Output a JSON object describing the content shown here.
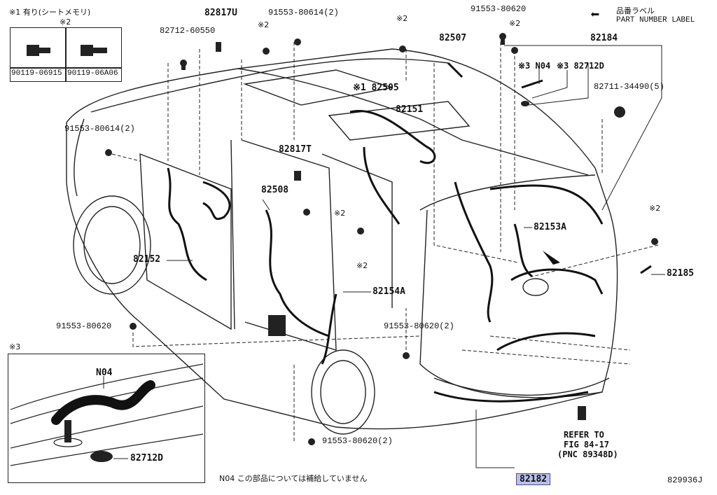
{
  "legend": {
    "note1": "※1 有り(シートメモリ)",
    "note2": "※2",
    "note3": "※3",
    "label_jp": "品番ラベル",
    "label_en": "PART NUMBER LABEL"
  },
  "boxA": {
    "left_part": "90119-06915",
    "right_part": "90119-06A06"
  },
  "boxB": {
    "n04": "N04",
    "part": "82712D"
  },
  "parts": [
    {
      "id": "82817U",
      "text": "82817U",
      "big": true
    },
    {
      "id": "82712-60550",
      "text": "82712-60550"
    },
    {
      "id": "91553-80614-2a",
      "text": "91553-80614(2)"
    },
    {
      "id": "91553-80620-top",
      "text": "91553-80620"
    },
    {
      "id": "82184",
      "text": "82184",
      "big": true
    },
    {
      "id": "82507",
      "text": "82507",
      "big": true
    },
    {
      "id": "n04-top",
      "text": "※3 N04"
    },
    {
      "id": "82712D-top",
      "text": "※3 82712D"
    },
    {
      "id": "82711-34490",
      "text": "82711-34490(5)"
    },
    {
      "id": "82505",
      "text": "※1 82505",
      "big": true
    },
    {
      "id": "82151",
      "text": "82151",
      "big": true
    },
    {
      "id": "91553-80614-2b",
      "text": "91553-80614(2)"
    },
    {
      "id": "82817T",
      "text": "82817T",
      "big": true
    },
    {
      "id": "82508",
      "text": "82508",
      "big": true
    },
    {
      "id": "82153A",
      "text": "82153A",
      "big": true
    },
    {
      "id": "82152",
      "text": "82152",
      "big": true
    },
    {
      "id": "82185",
      "text": "82185",
      "big": true
    },
    {
      "id": "82154A",
      "text": "82154A",
      "big": true
    },
    {
      "id": "91553-80620-left",
      "text": "91553-80620"
    },
    {
      "id": "91553-80620-2a",
      "text": "91553-80620(2)"
    },
    {
      "id": "91553-80620-2b",
      "text": "91553-80620(2)"
    },
    {
      "id": "refer",
      "text": "REFER TO"
    },
    {
      "id": "refer2",
      "text": "FIG 84-17"
    },
    {
      "id": "refer3",
      "text": "(PNC 89348D)"
    },
    {
      "id": "82182",
      "text": "82182",
      "big": true,
      "highlight": true
    },
    {
      "id": "s2a",
      "text": "※2"
    },
    {
      "id": "s2b",
      "text": "※2"
    },
    {
      "id": "s2c",
      "text": "※2"
    },
    {
      "id": "s2d",
      "text": "※2"
    },
    {
      "id": "s2e",
      "text": "※2"
    },
    {
      "id": "s2f",
      "text": "※2"
    },
    {
      "id": "s2g",
      "text": "※2"
    }
  ],
  "footer": {
    "note": "N04 この部品については補給していません",
    "code": "829936J"
  }
}
